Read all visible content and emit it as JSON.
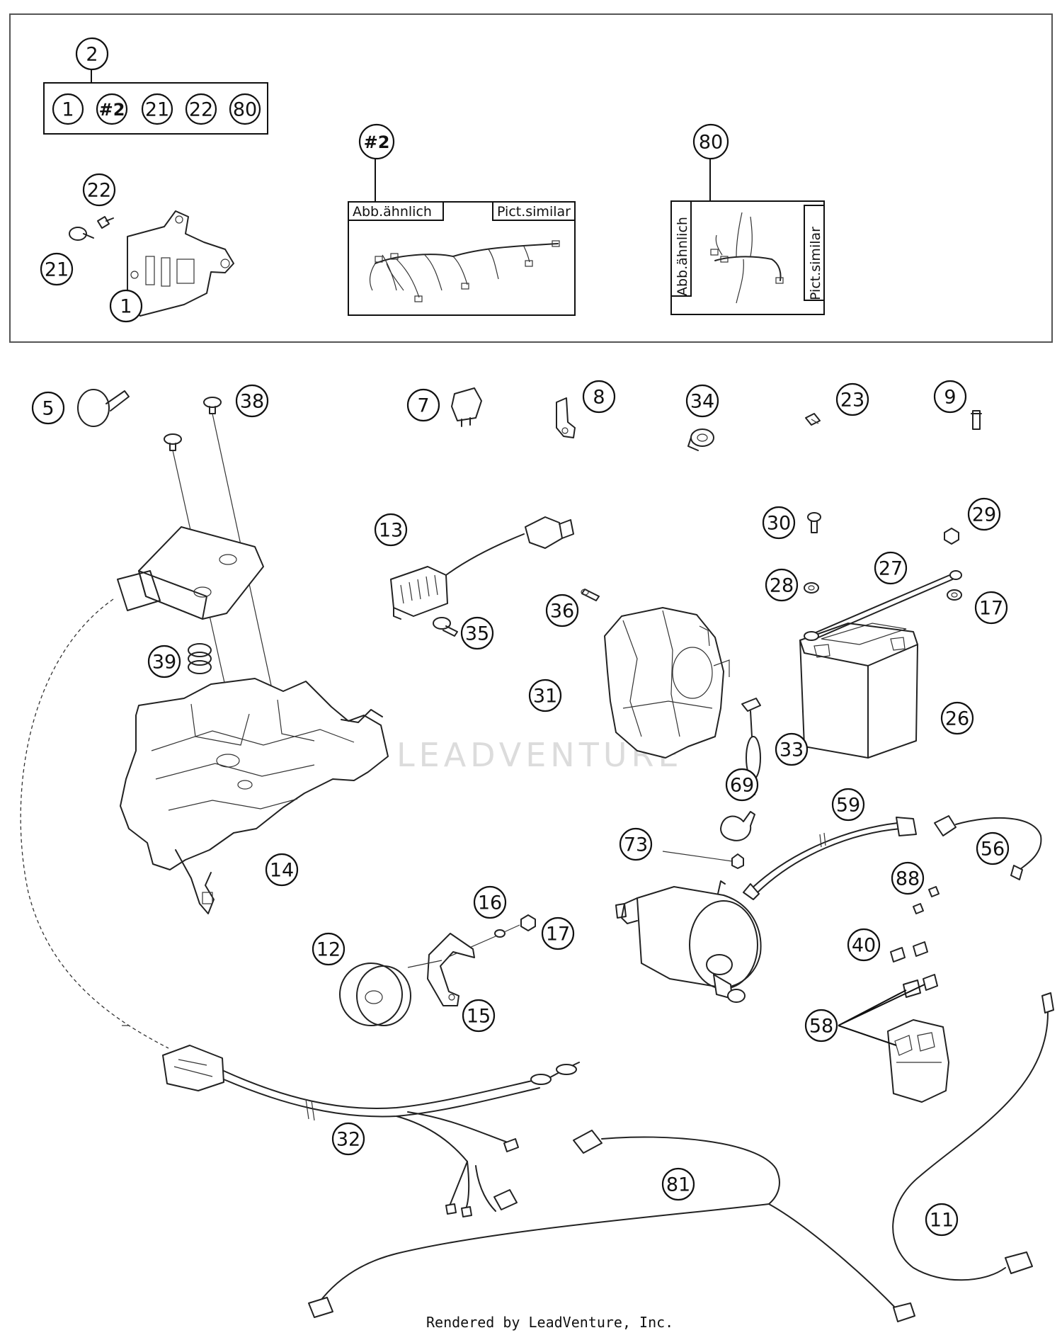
{
  "diagram": {
    "group_set_label": "2",
    "group_set_members": [
      "1",
      "#2",
      "21",
      "22",
      "80"
    ],
    "similar_tag_de": "Abb.ähnlich",
    "similar_tag_en": "Pict.similar",
    "watermark": "LEADVENTURE",
    "footer": "Rendered by LeadVenture, Inc.",
    "callouts": [
      {
        "id": "c2",
        "label": "2"
      },
      {
        "id": "c22",
        "label": "22"
      },
      {
        "id": "c21",
        "label": "21"
      },
      {
        "id": "c1",
        "label": "1"
      },
      {
        "id": "cH2",
        "label": "#2"
      },
      {
        "id": "c80",
        "label": "80"
      },
      {
        "id": "c5",
        "label": "5"
      },
      {
        "id": "c38",
        "label": "38"
      },
      {
        "id": "c7",
        "label": "7"
      },
      {
        "id": "c8",
        "label": "8"
      },
      {
        "id": "c34",
        "label": "34"
      },
      {
        "id": "c23",
        "label": "23"
      },
      {
        "id": "c9",
        "label": "9"
      },
      {
        "id": "c13",
        "label": "13"
      },
      {
        "id": "c30",
        "label": "30"
      },
      {
        "id": "c29",
        "label": "29"
      },
      {
        "id": "c27",
        "label": "27"
      },
      {
        "id": "c28",
        "label": "28"
      },
      {
        "id": "c17a",
        "label": "17"
      },
      {
        "id": "c36",
        "label": "36"
      },
      {
        "id": "c35",
        "label": "35"
      },
      {
        "id": "c39",
        "label": "39"
      },
      {
        "id": "c31",
        "label": "31"
      },
      {
        "id": "c26",
        "label": "26"
      },
      {
        "id": "c33",
        "label": "33"
      },
      {
        "id": "c69",
        "label": "69"
      },
      {
        "id": "c59",
        "label": "59"
      },
      {
        "id": "c73",
        "label": "73"
      },
      {
        "id": "c56",
        "label": "56"
      },
      {
        "id": "c14",
        "label": "14"
      },
      {
        "id": "c88",
        "label": "88"
      },
      {
        "id": "c16",
        "label": "16"
      },
      {
        "id": "c17b",
        "label": "17"
      },
      {
        "id": "c12",
        "label": "12"
      },
      {
        "id": "c40",
        "label": "40"
      },
      {
        "id": "c15",
        "label": "15"
      },
      {
        "id": "c58",
        "label": "58"
      },
      {
        "id": "c32",
        "label": "32"
      },
      {
        "id": "c81",
        "label": "81"
      },
      {
        "id": "c11",
        "label": "11"
      }
    ]
  }
}
